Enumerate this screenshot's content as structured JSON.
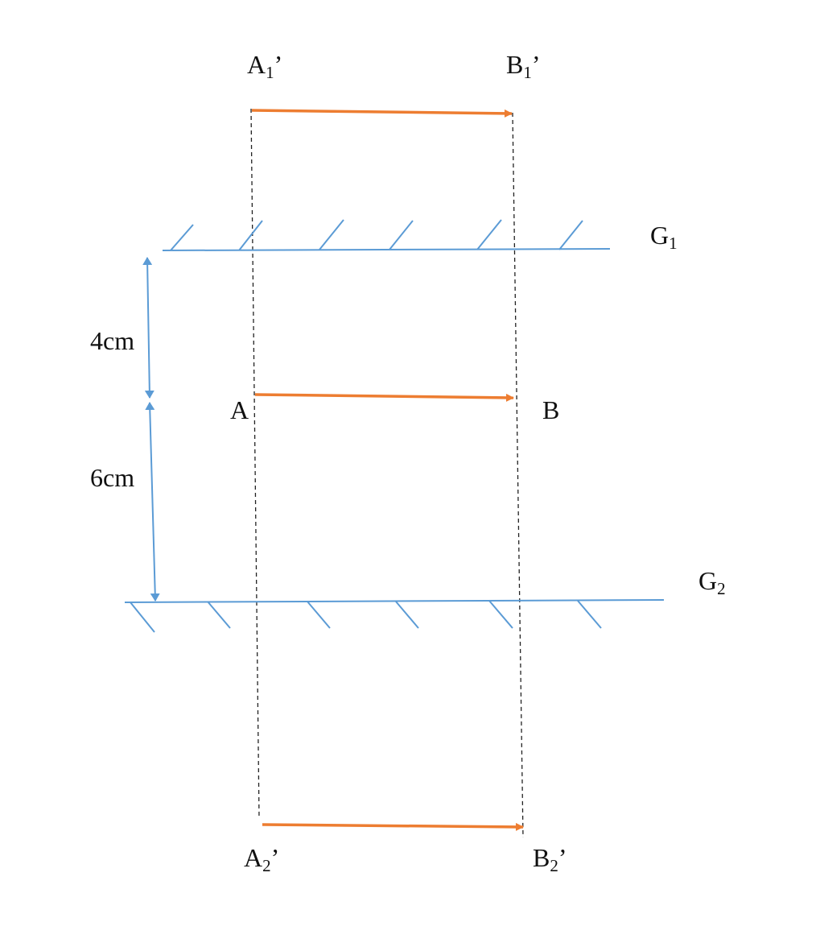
{
  "colors": {
    "mirror": "#5b9bd5",
    "arrow": "#ed7d31",
    "construction": "#222222"
  },
  "labels": {
    "a1_main": "A",
    "a1_sub": "1",
    "a1_prime": "’",
    "b1_main": "B",
    "b1_sub": "1",
    "b1_prime": "’",
    "a2_main": "A",
    "a2_sub": "2",
    "a2_prime": "’",
    "b2_main": "B",
    "b2_sub": "2",
    "b2_prime": "’",
    "a": "A",
    "b": "B",
    "g1_main": "G",
    "g1_sub": "1",
    "g2_main": "G",
    "g2_sub": "2",
    "dist_top": "4cm",
    "dist_bottom": "6cm"
  }
}
